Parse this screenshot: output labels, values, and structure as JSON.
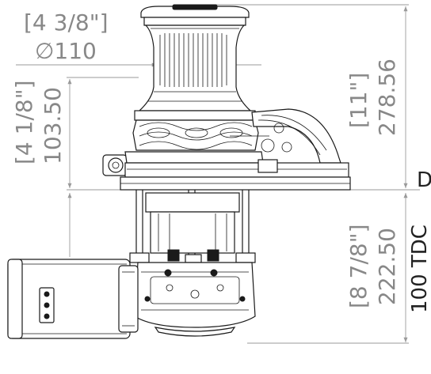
{
  "dimensions": {
    "drum_diameter_inch": "[4 3/8\"]",
    "drum_diameter_mm": "∅110",
    "deck_to_top_inch": "[11\"]",
    "deck_to_top_mm": "278.56",
    "deck_to_drum_inch": "[4 1/8\"]",
    "deck_to_drum_mm": "103.50",
    "below_deck_inch": "[8 7/8\"]",
    "below_deck_mm": "222.50",
    "deck_thickness": "100 TDC",
    "deck_label": "D"
  }
}
